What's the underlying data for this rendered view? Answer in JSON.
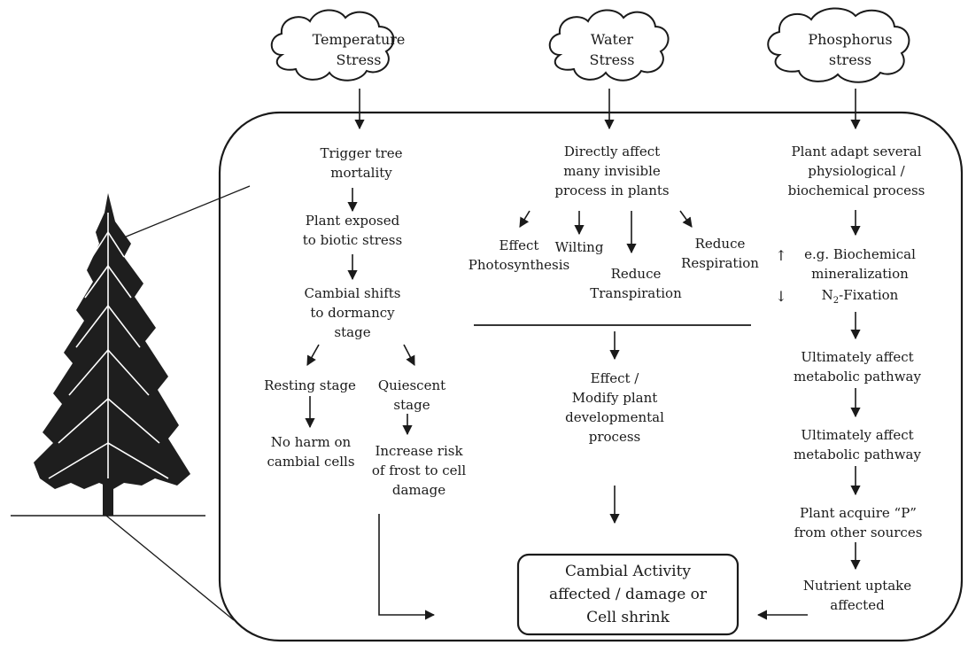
{
  "stress": {
    "temperature": "Temperature\nStress",
    "water": "Water\nStress",
    "phosphorus": "Phosphorus\nstress"
  },
  "temperature_branch": {
    "trigger": "Trigger tree\nmortality",
    "biotic": "Plant exposed\nto biotic stress",
    "dormancy": "Cambial shifts\nto dormancy\nstage",
    "resting": "Resting stage",
    "quiescent": "Quiescent\nstage",
    "no_harm": "No harm on\ncambial cells",
    "frost": "Increase risk\nof frost to cell\ndamage"
  },
  "water_branch": {
    "direct": "Directly affect\nmany invisible\nprocess in plants",
    "photosynthesis": "Effect\nPhotosynthesis",
    "wilting": "Wilting",
    "transpiration": "Reduce\nTranspiration",
    "respiration": "Reduce\nRespiration",
    "developmental": "Effect /\nModify plant\ndevelopmental\nprocess"
  },
  "phosphorus_branch": {
    "adapt": "Plant adapt several\nphysiological /\nbiochemical process",
    "biochem": "e.g. Biochemical\nmineralization",
    "n_fix_prefix": "N",
    "n_fix_sub": "2",
    "n_fix_suffix": "-Fixation",
    "up_arrow": "↑",
    "down_arrow": "↓",
    "metabolic_1": "Ultimately affect\nmetabolic pathway",
    "metabolic_2": "Ultimately affect\nmetabolic pathway",
    "acquire": "Plant acquire “P”\nfrom other sources",
    "nutrient": "Nutrient uptake\naffected"
  },
  "result": "Cambial Activity\naffected / damage or\nCell shrink",
  "colors": {
    "ink": "#1a1a1a",
    "tree": "#1e1e1e"
  }
}
